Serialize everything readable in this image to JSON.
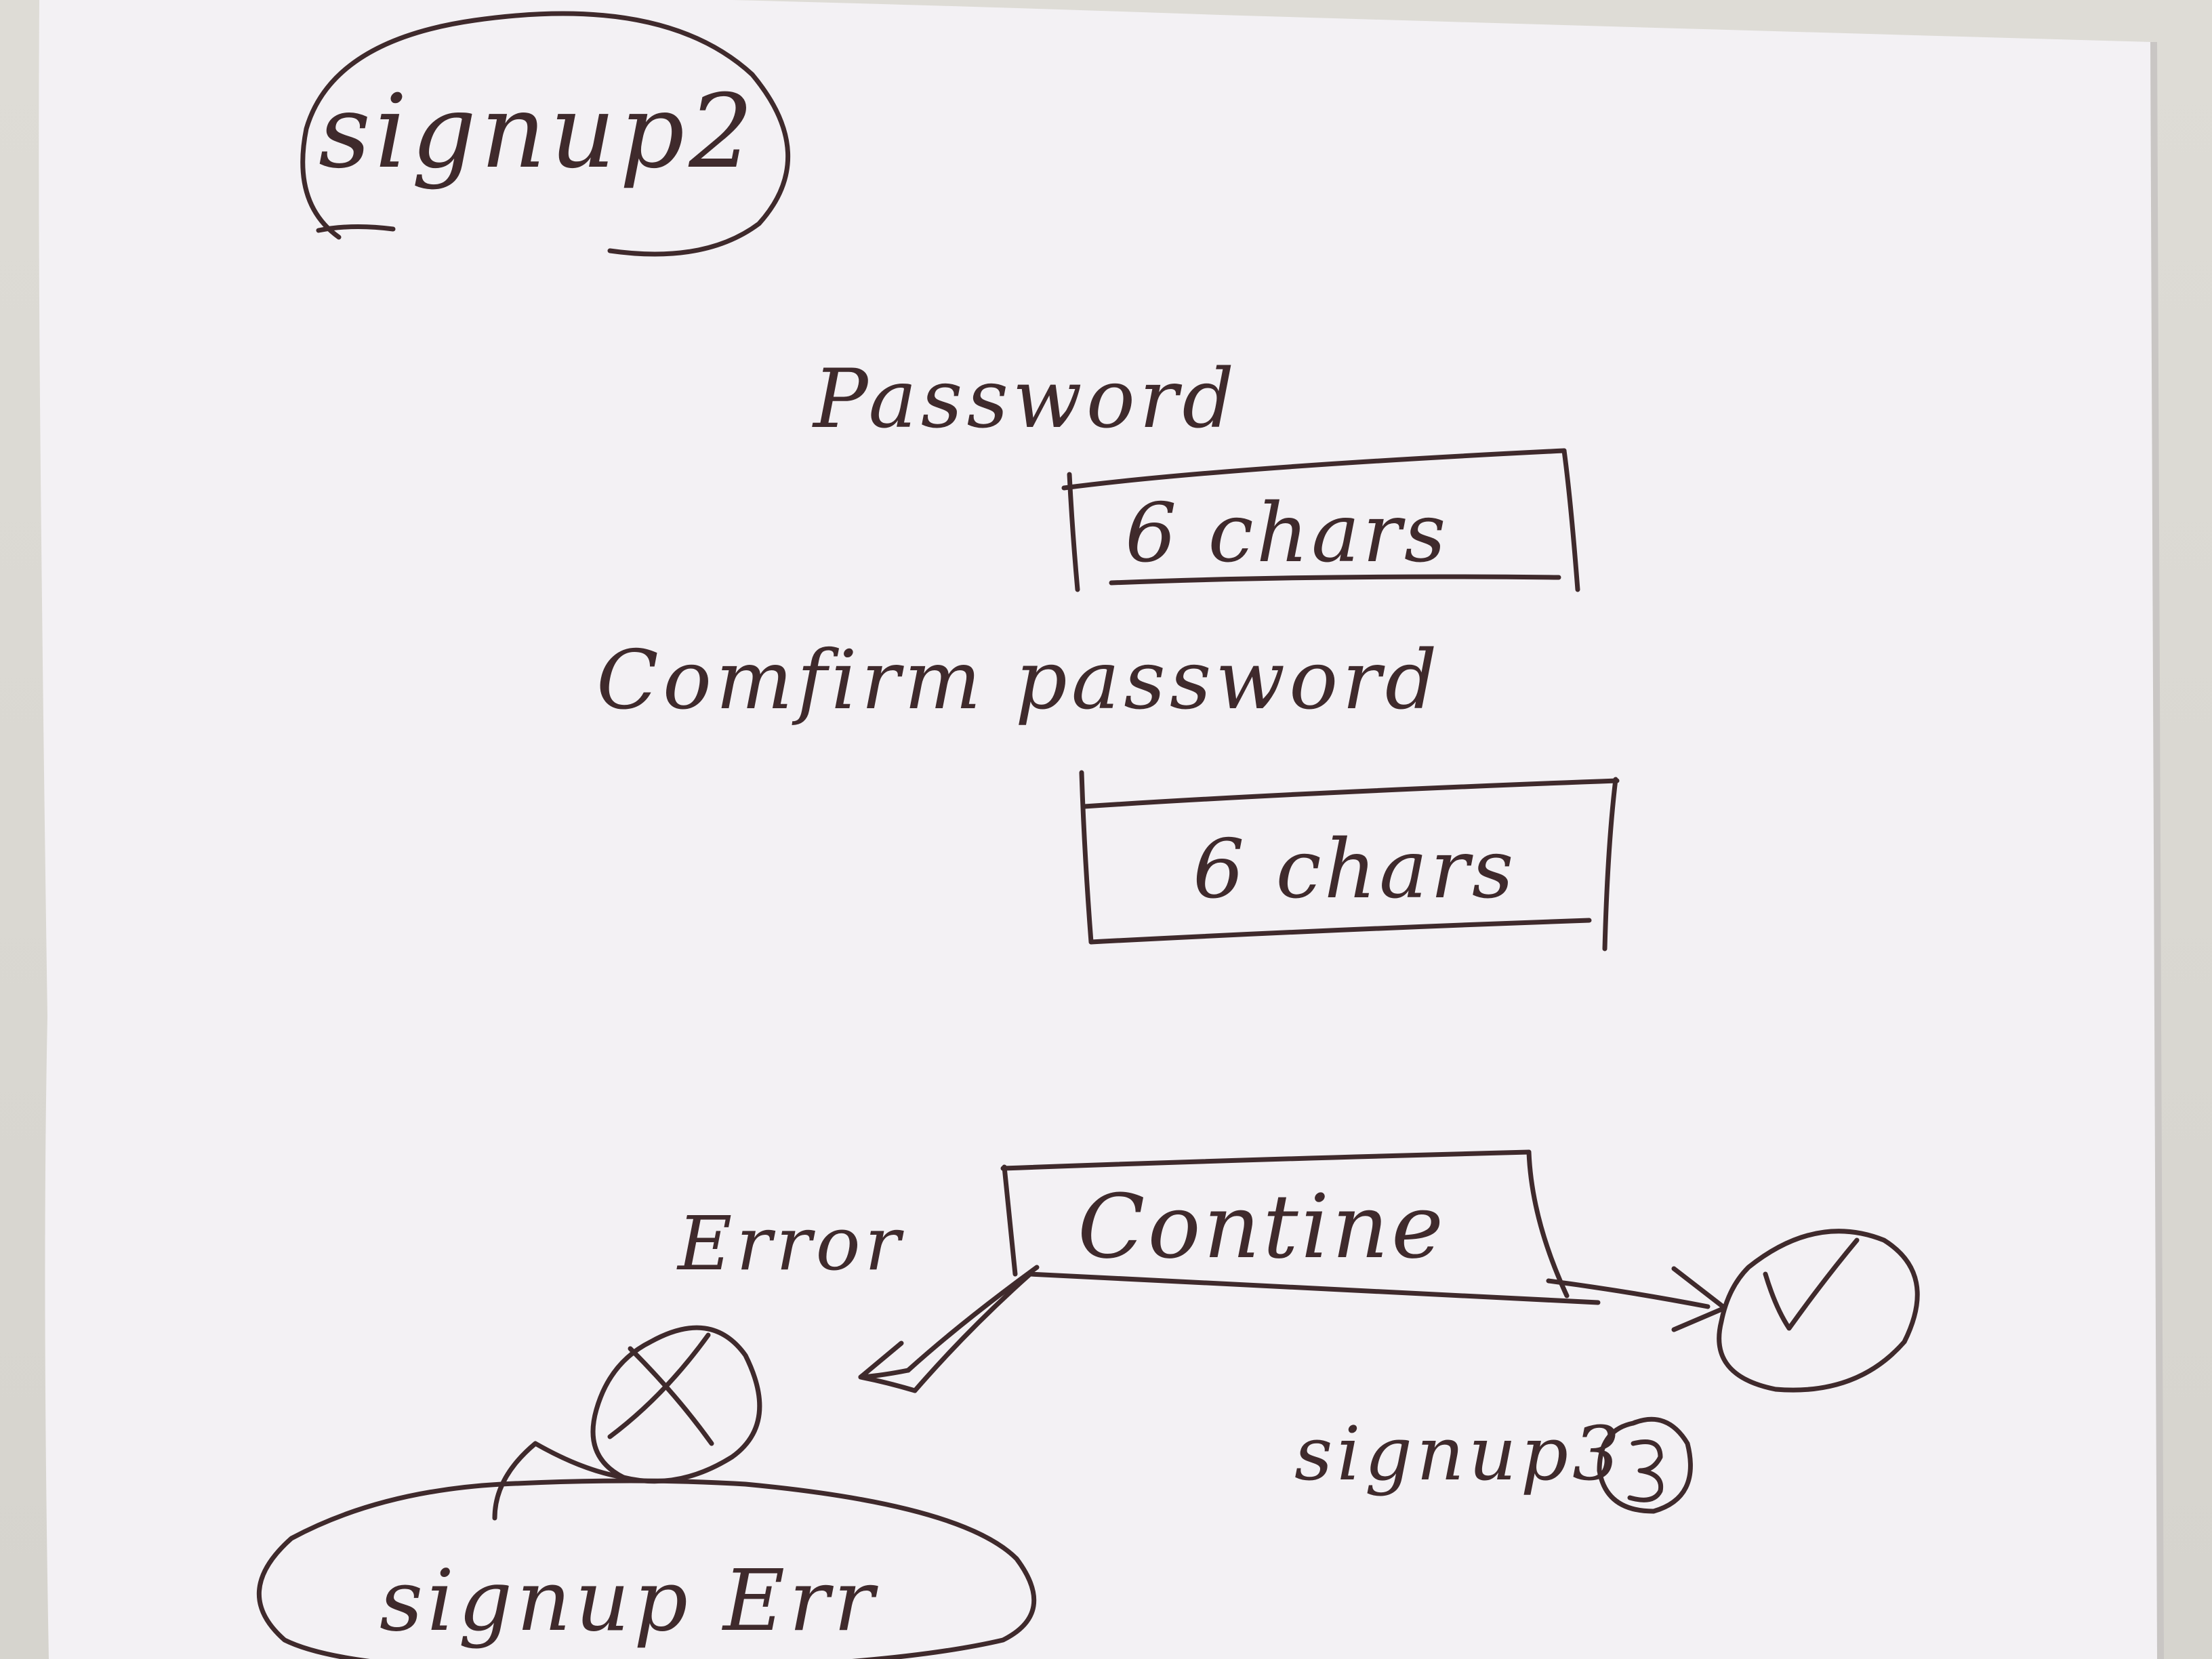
{
  "screen": {
    "title": "signup2"
  },
  "form": {
    "password_label": "Password",
    "password_placeholder": "6 chars",
    "confirm_label": "Comfirm password",
    "confirm_placeholder": "6 chars",
    "continue_label": "Contine"
  },
  "flow": {
    "error_label": "Error",
    "success_target": "signup3",
    "error_target": "signup Err"
  },
  "icons": {
    "error_icon": "x-circle-icon",
    "success_icon": "check-circle-icon"
  },
  "colors": {
    "ink": "#3f2a2c",
    "paper": "#f3f1f4",
    "background": "#d9d7d2"
  }
}
